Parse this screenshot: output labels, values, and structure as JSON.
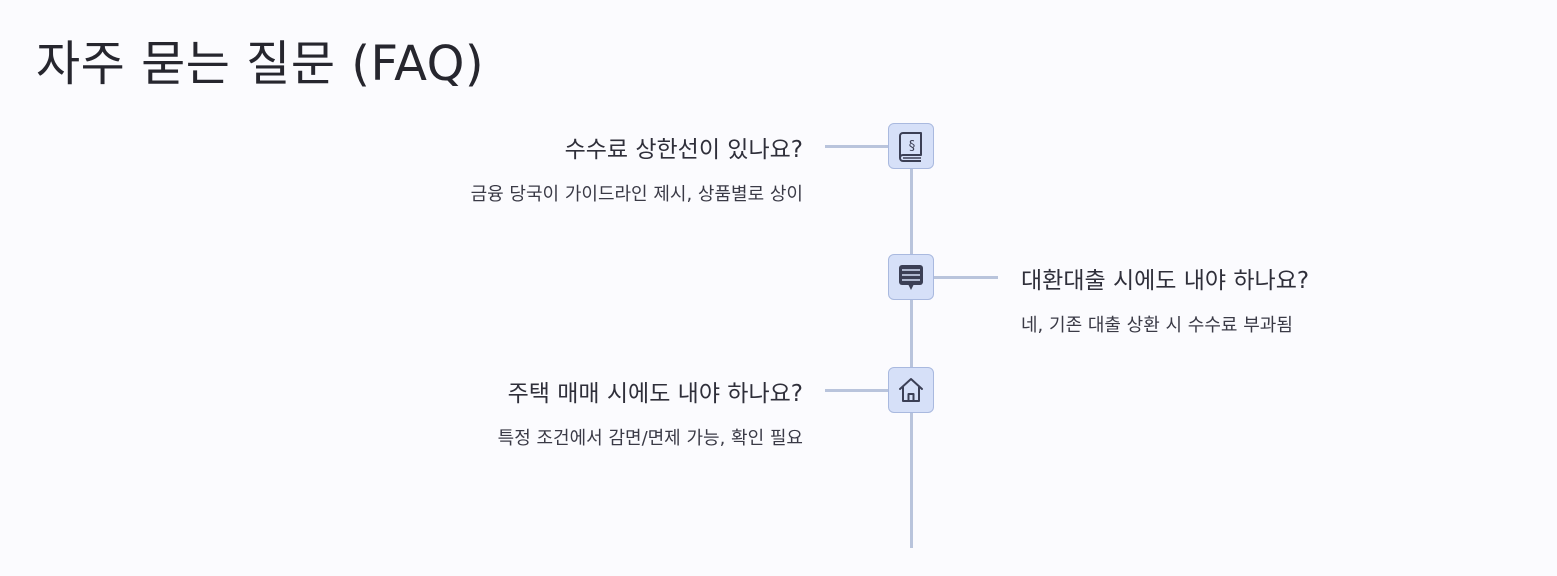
{
  "title": "자주 묻는 질문 (FAQ)",
  "items": [
    {
      "question": "수수료 상한선이 있나요?",
      "answer": "금융 당국이 가이드라인 제시, 상품별로 상이",
      "icon": "law-book-icon",
      "side": "left"
    },
    {
      "question": "대환대출 시에도 내야 하나요?",
      "answer": "네, 기존 대출 상환 시 수수료 부과됨",
      "icon": "message-icon",
      "side": "right"
    },
    {
      "question": "주택 매매 시에도 내야 하나요?",
      "answer": "특정 조건에서 감면/면제 가능, 확인 필요",
      "icon": "home-icon",
      "side": "left"
    }
  ],
  "colors": {
    "node_fill": "#d6e0f8",
    "node_border": "#a9b9df",
    "line": "#b9c4dc",
    "icon": "#3b3f55"
  }
}
